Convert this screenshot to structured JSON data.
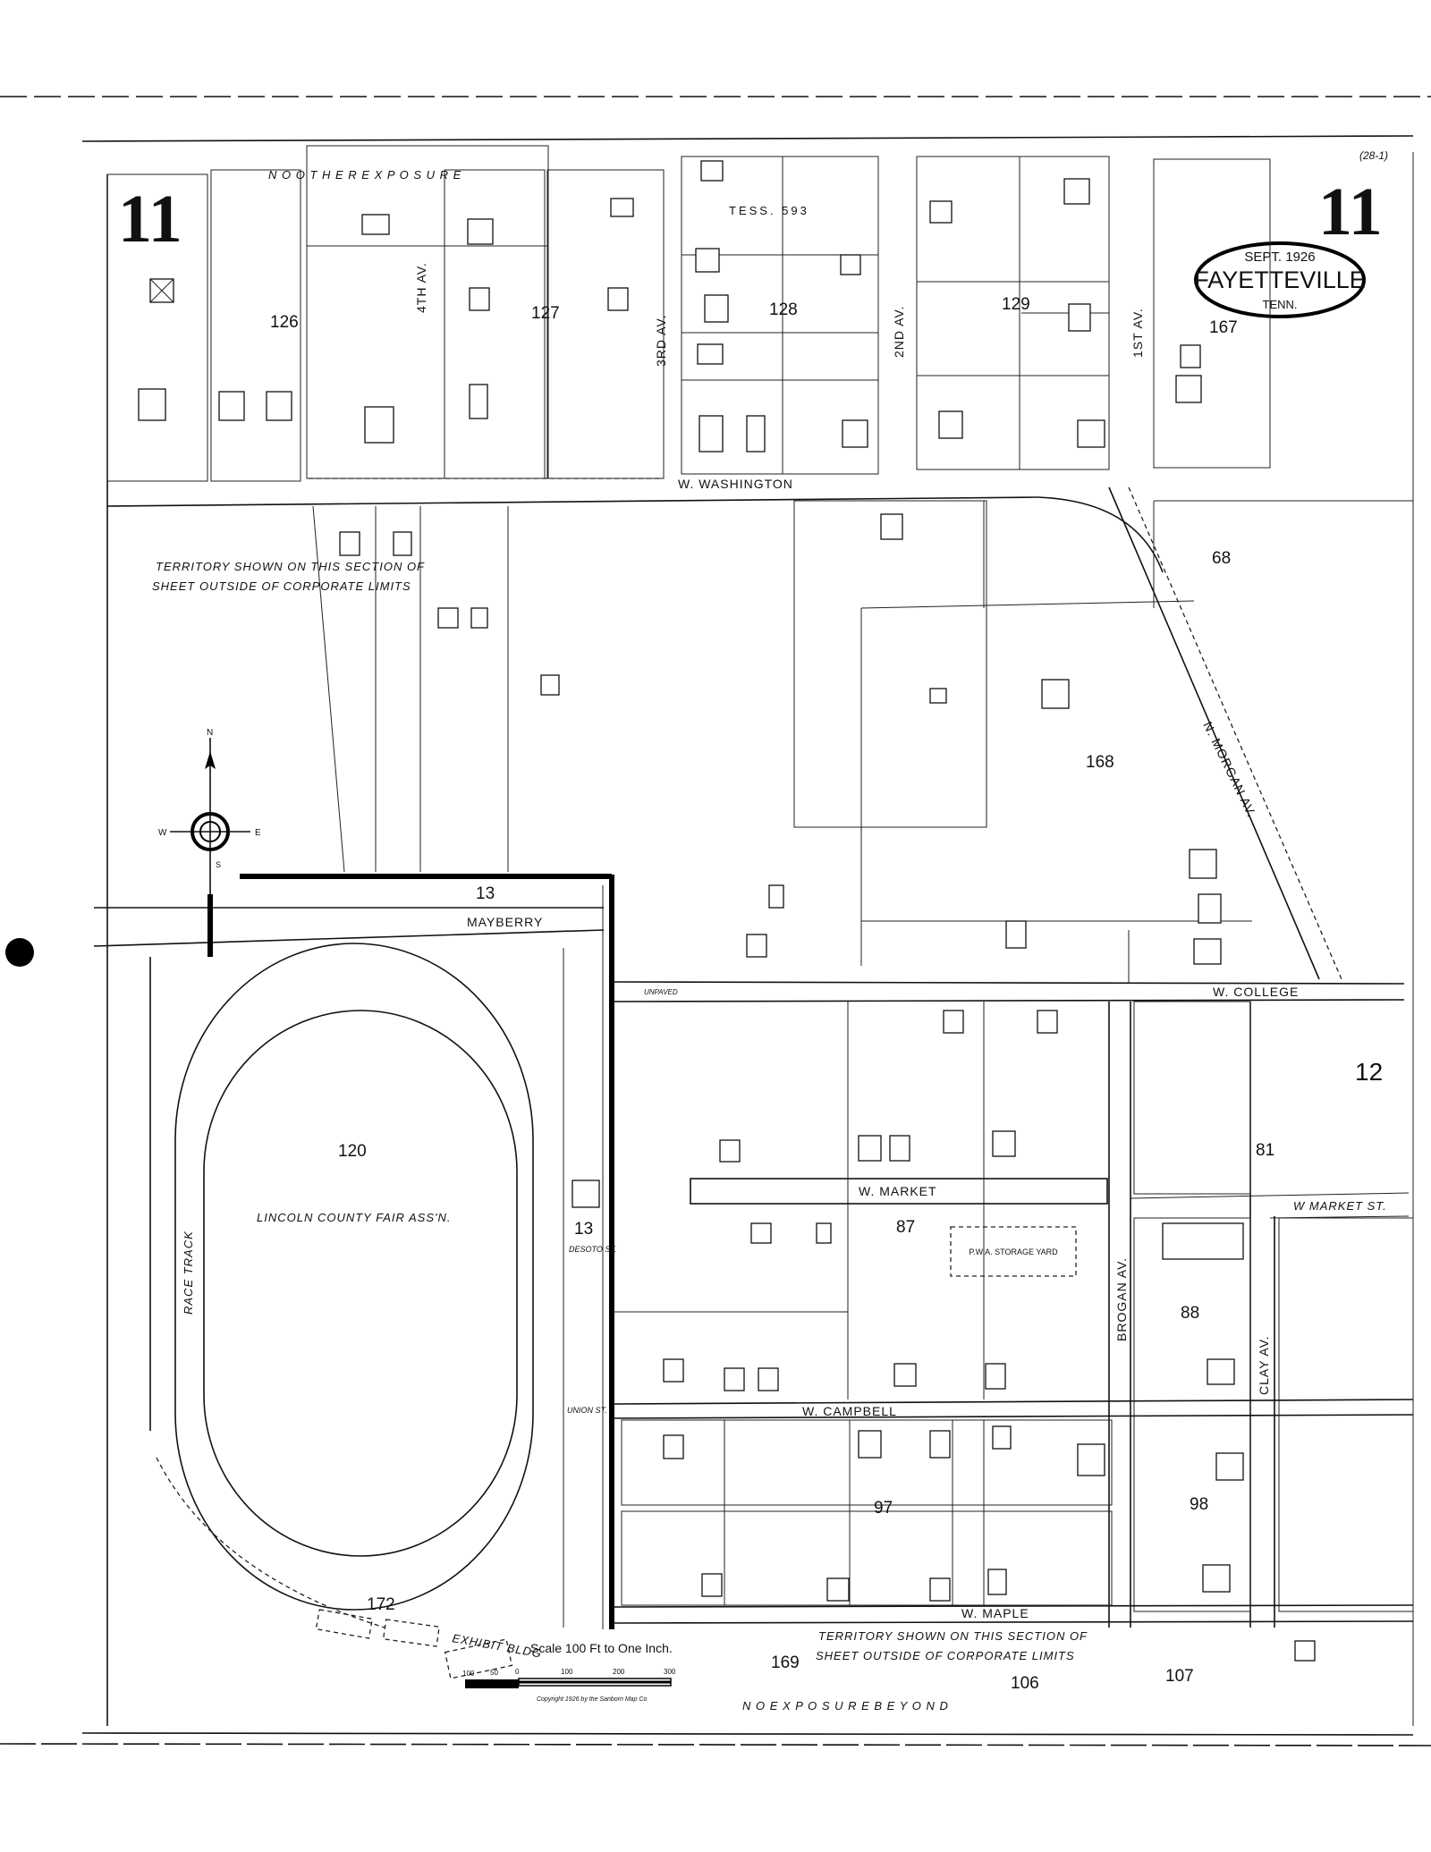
{
  "sheet": {
    "number_left": "11",
    "number_right": "11",
    "corner_note": "(28-1)",
    "title_date": "SEPT. 1926",
    "title_city": "FAYETTEVILLE",
    "title_state": "TENN."
  },
  "streets": {
    "w_washington": "W. WASHINGTON",
    "fourth_av": "4TH AV.",
    "third_av": "3RD AV.",
    "second_av": "2ND AV.",
    "first_av": "1ST AV.",
    "n_morgan_av": "N. MORGAN AV.",
    "mayberry": "MAYBERRY",
    "w_college": "W. COLLEGE",
    "w_market": "W. MARKET",
    "w_market_st": "W MARKET ST.",
    "brogan_av": "BROGAN AV.",
    "clay_av": "CLAY AV.",
    "w_campbell": "W. CAMPBELL",
    "w_maple": "W. MAPLE",
    "desoto_st": "DESOTO ST.",
    "union_st": "UNION ST.",
    "unpaved": "UNPAVED"
  },
  "blocks": [
    "126",
    "127",
    "128",
    "129",
    "167",
    "68",
    "168",
    "13",
    "120",
    "87",
    "88",
    "97",
    "98",
    "12",
    "81",
    "172",
    "169",
    "106",
    "107",
    "13"
  ],
  "labels": {
    "fair": "LINCOLN COUNTY FAIR ASS'N.",
    "race_track": "RACE TRACK",
    "exhibit_bldg": "EXHIBIT BLDG",
    "territory_note_1": "TERRITORY SHOWN ON THIS SECTION OF",
    "territory_note_2": "SHEET OUTSIDE OF CORPORATE LIMITS",
    "no_exposure": "N O   E X P O S U R E   B E Y O N D",
    "other_exposure": "N O   O T H E R   E X P O S U R E",
    "pwa": "P.W.A. STORAGE YARD",
    "tess": "TESS. 593"
  },
  "scale": {
    "label": "Scale 100 Ft to One Inch.",
    "ticks": [
      "100",
      "50",
      "0",
      "100",
      "200",
      "300"
    ],
    "copyright": "Copyright 1926 by the Sanborn Map Co"
  },
  "compass": {
    "n": "N",
    "s": "S",
    "e": "E",
    "w": "W"
  }
}
